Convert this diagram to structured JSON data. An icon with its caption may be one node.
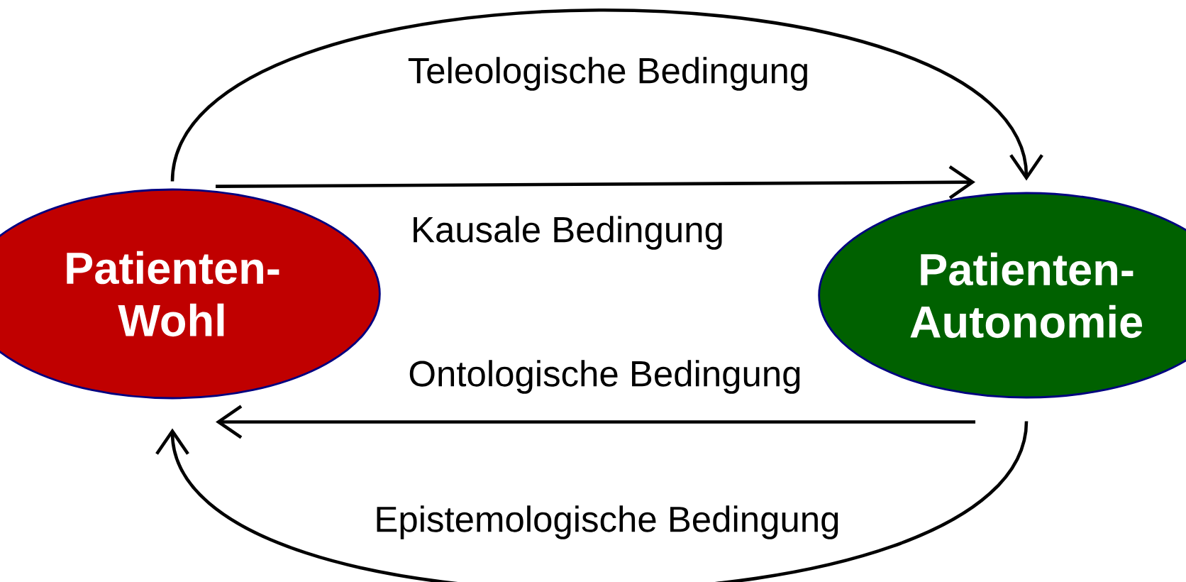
{
  "diagram": {
    "nodes": [
      {
        "text": [
          "Patienten- Wohl"
        ]
      },
      {
        "text": [
          "Patienten- Autonomie"
        ]
      }
    ],
    "edges": [
      {
        "from": 0,
        "to": 1,
        "arrow": "to",
        "label": "Teleologische Bedingung"
      },
      {
        "from": 0,
        "to": 1,
        "arrow": "to",
        "label": "Kausale Bedingung"
      },
      {
        "from": 1,
        "to": 0,
        "arrow": "to",
        "label": "Ontologische Bedingung"
      },
      {
        "from": 1,
        "to": 0,
        "arrow": "to",
        "label": "Epistemologische Bedingung"
      }
    ]
  }
}
